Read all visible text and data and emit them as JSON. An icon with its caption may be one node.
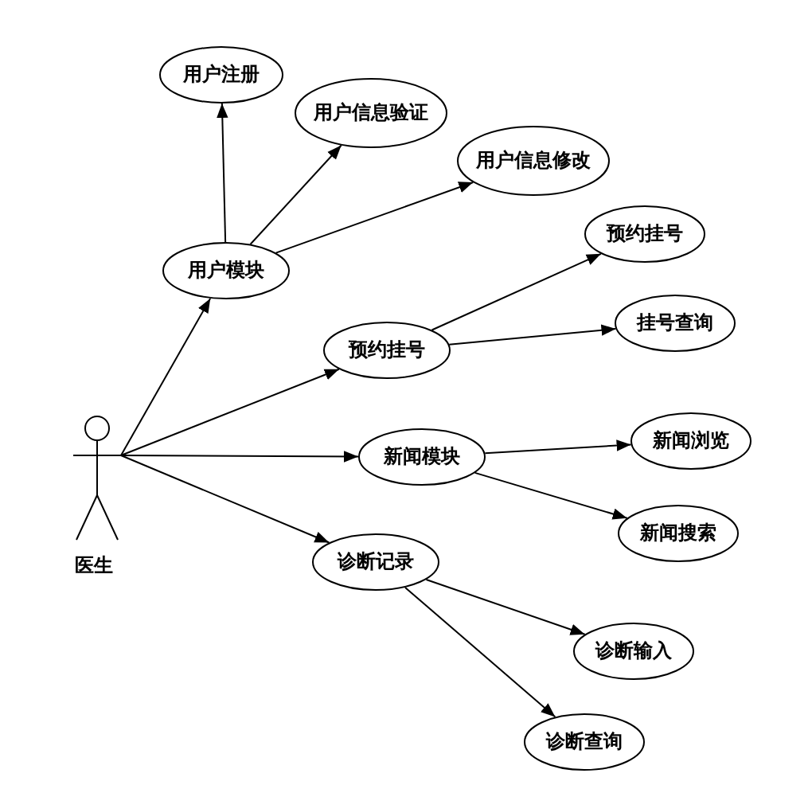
{
  "diagram": {
    "nodes": [
      {
        "text": [
          "医生"
        ]
      },
      {
        "text": [
          "用户模块"
        ]
      },
      {
        "text": [
          "用户注册"
        ]
      },
      {
        "text": [
          "用户信息验证"
        ]
      },
      {
        "text": [
          "用户信息修改"
        ]
      },
      {
        "text": [
          "预约挂号"
        ]
      },
      {
        "text": [
          "预约挂号"
        ]
      },
      {
        "text": [
          "挂号查询"
        ]
      },
      {
        "text": [
          "新闻模块"
        ]
      },
      {
        "text": [
          "新闻浏览"
        ]
      },
      {
        "text": [
          "新闻搜索"
        ]
      },
      {
        "text": [
          "诊断记录"
        ]
      },
      {
        "text": [
          "诊断输入"
        ]
      },
      {
        "text": [
          "诊断查询"
        ]
      }
    ],
    "edges": [
      {
        "from": 0,
        "to": 1,
        "arrow": "to"
      },
      {
        "from": 0,
        "to": 5,
        "arrow": "to"
      },
      {
        "from": 0,
        "to": 8,
        "arrow": "to"
      },
      {
        "from": 0,
        "to": 11,
        "arrow": "to"
      },
      {
        "from": 1,
        "to": 2,
        "arrow": "to"
      },
      {
        "from": 1,
        "to": 3,
        "arrow": "to"
      },
      {
        "from": 1,
        "to": 4,
        "arrow": "to"
      },
      {
        "from": 5,
        "to": 6,
        "arrow": "to"
      },
      {
        "from": 5,
        "to": 7,
        "arrow": "to"
      },
      {
        "from": 8,
        "to": 9,
        "arrow": "to"
      },
      {
        "from": 8,
        "to": 10,
        "arrow": "to"
      },
      {
        "from": 11,
        "to": 12,
        "arrow": "to"
      },
      {
        "from": 11,
        "to": 13,
        "arrow": "to"
      }
    ]
  }
}
